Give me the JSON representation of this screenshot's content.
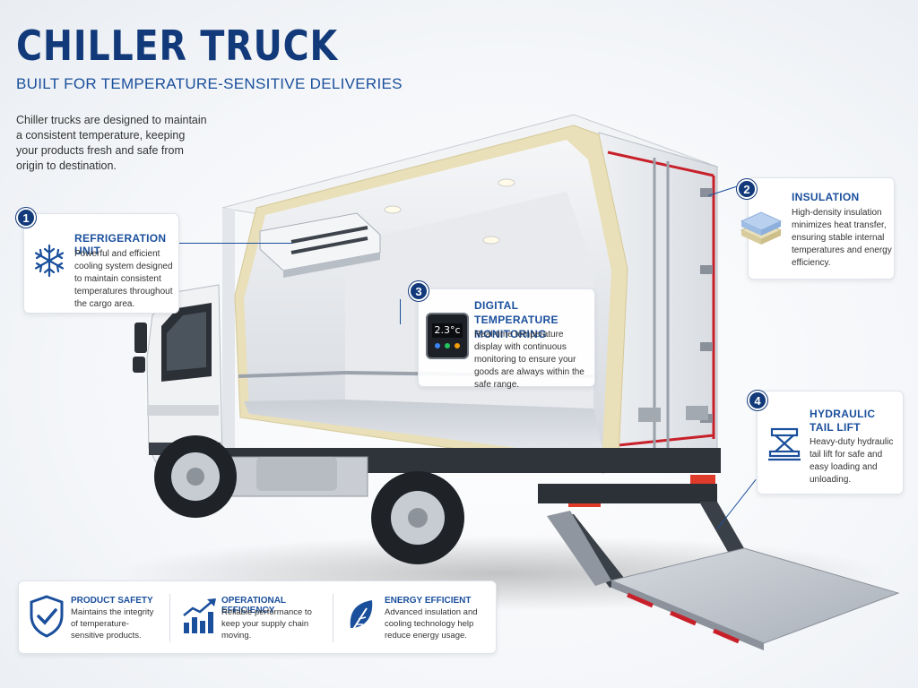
{
  "header": {
    "title": "CHILLER TRUCK",
    "subtitle": "BUILT FOR TEMPERATURE-SENSITIVE DELIVERIES",
    "intro": "Chiller trucks are designed to maintain a consistent temperature, keeping your products fresh and safe from origin to destination."
  },
  "callouts": [
    {
      "number": "1",
      "title": "REFRIGERATION UNIT",
      "description": "Powerful and efficient cooling system designed to maintain consistent temperatures throughout the cargo area.",
      "icon": "snowflake-icon"
    },
    {
      "number": "2",
      "title": "INSULATION",
      "description": "High-density insulation minimizes heat transfer, ensuring stable internal temperatures and energy efficiency.",
      "icon": "insulation-layers-icon"
    },
    {
      "number": "3",
      "title": "DIGITAL TEMPERATURE MONITORING",
      "description": "Real-time temperature display with continuous monitoring to ensure your goods are always within the safe range.",
      "icon": "thermostat-display-icon",
      "display_value": "2.3°c"
    },
    {
      "number": "4",
      "title_line1": "HYDRAULIC",
      "title_line2": "TAIL LIFT",
      "description": "Heavy-duty hydraulic tail lift for safe and easy loading and unloading.",
      "icon": "tail-lift-icon"
    }
  ],
  "features": [
    {
      "title": "PRODUCT SAFETY",
      "description": "Maintains the integrity of temperature-sensitive products.",
      "icon": "shield-check-icon"
    },
    {
      "title": "OPERATIONAL EFFICIENCY",
      "description": "Reliable performance to keep your supply chain moving.",
      "icon": "growth-chart-icon"
    },
    {
      "title": "ENERGY EFFICIENT",
      "description": "Advanced insulation and cooling technology help reduce energy usage.",
      "icon": "leaf-icon"
    }
  ],
  "colors": {
    "brand": "#123a7a",
    "accent": "#1a4f9c",
    "insulation": "#e9dfb8",
    "lift_stripe": "#c8202a"
  }
}
